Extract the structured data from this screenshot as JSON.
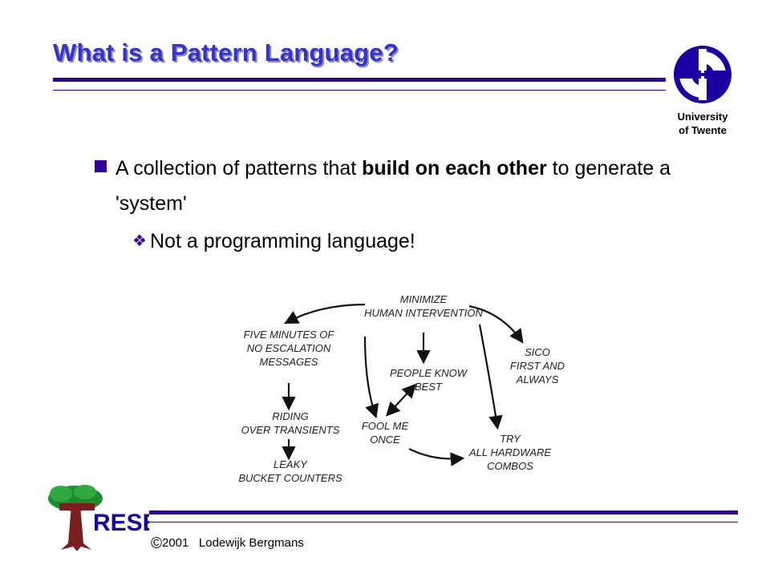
{
  "slide": {
    "title": "What is a Pattern Language?",
    "university": {
      "line1": "University",
      "line2": "of Twente"
    },
    "bullet1": {
      "before": "A collection of patterns that ",
      "bold": "build on each other",
      "after": " to generate a 'system'"
    },
    "bullet2": "Not a programming language!",
    "diagram": {
      "nodes": [
        {
          "id": "minimize",
          "lines": [
            "MINIMIZE",
            "HUMAN INTERVENTION"
          ]
        },
        {
          "id": "five",
          "lines": [
            "FIVE MINUTES OF",
            "NO ESCALATION",
            "MESSAGES"
          ]
        },
        {
          "id": "sico",
          "lines": [
            "SICO",
            "FIRST AND",
            "ALWAYS"
          ]
        },
        {
          "id": "people",
          "lines": [
            "PEOPLE KNOW",
            "BEST"
          ]
        },
        {
          "id": "riding",
          "lines": [
            "RIDING",
            "OVER TRANSIENTS"
          ]
        },
        {
          "id": "fool",
          "lines": [
            "FOOL ME",
            "ONCE"
          ]
        },
        {
          "id": "try",
          "lines": [
            "TRY",
            "ALL HARDWARE",
            "COMBOS"
          ]
        },
        {
          "id": "leaky",
          "lines": [
            "LEAKY",
            "BUCKET COUNTERS"
          ]
        }
      ]
    },
    "footer": {
      "copyright_symbol": "©",
      "year": "2001",
      "author": "Lodewijk Bergmans"
    },
    "logo_text": "RESE",
    "colors": {
      "title": "#3333cc",
      "rule": "#330099",
      "logo": "#1a00a0",
      "tree": "#1e8c2e"
    }
  }
}
